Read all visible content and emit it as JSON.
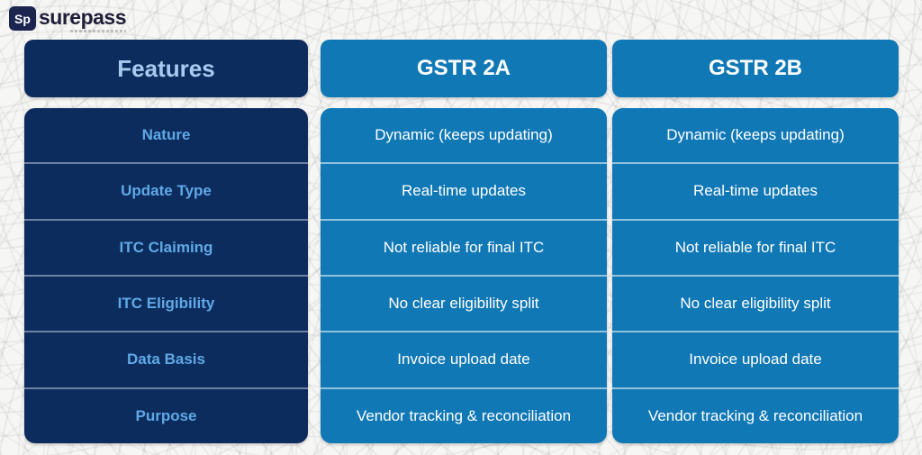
{
  "logo": {
    "mark": "Sp",
    "name": "surepass"
  },
  "table": {
    "columns": [
      {
        "id": "features",
        "header": "Features",
        "rows": [
          "Nature",
          "Update Type",
          "ITC Claiming",
          "ITC Eligibility",
          "Data Basis",
          "Purpose"
        ]
      },
      {
        "id": "gstr2a",
        "header": "GSTR 2A",
        "rows": [
          "Dynamic (keeps updating)",
          "Real-time updates",
          "Not reliable for final ITC",
          "No clear eligibility split",
          "Invoice upload date",
          "Vendor tracking & reconciliation"
        ]
      },
      {
        "id": "gstr2b",
        "header": "GSTR 2B",
        "rows": [
          "Dynamic (keeps updating)",
          "Real-time updates",
          "Not reliable for final ITC",
          "No clear eligibility split",
          "Invoice upload date",
          "Vendor tracking & reconciliation"
        ]
      }
    ]
  },
  "chart_data": {
    "type": "table",
    "title": "GSTR 2A vs GSTR 2B comparison",
    "columns": [
      "Features",
      "GSTR 2A",
      "GSTR 2B"
    ],
    "rows": [
      [
        "Nature",
        "Dynamic (keeps updating)",
        "Dynamic (keeps updating)"
      ],
      [
        "Update Type",
        "Real-time updates",
        "Real-time updates"
      ],
      [
        "ITC Claiming",
        "Not reliable for final ITC",
        "Not reliable for final ITC"
      ],
      [
        "ITC Eligibility",
        "No clear eligibility split",
        "No clear eligibility split"
      ],
      [
        "Data Basis",
        "Invoice upload date",
        "Invoice upload date"
      ],
      [
        "Purpose",
        "Vendor tracking & reconciliation",
        "Vendor tracking & reconciliation"
      ]
    ]
  },
  "colors": {
    "navy": "#0d2c5e",
    "blue": "#1178b6",
    "feature_label_text": "#5fa9e5",
    "features_header_text": "#a7cbef",
    "value_text": "#ffffff",
    "background": "#f6f6f4"
  }
}
